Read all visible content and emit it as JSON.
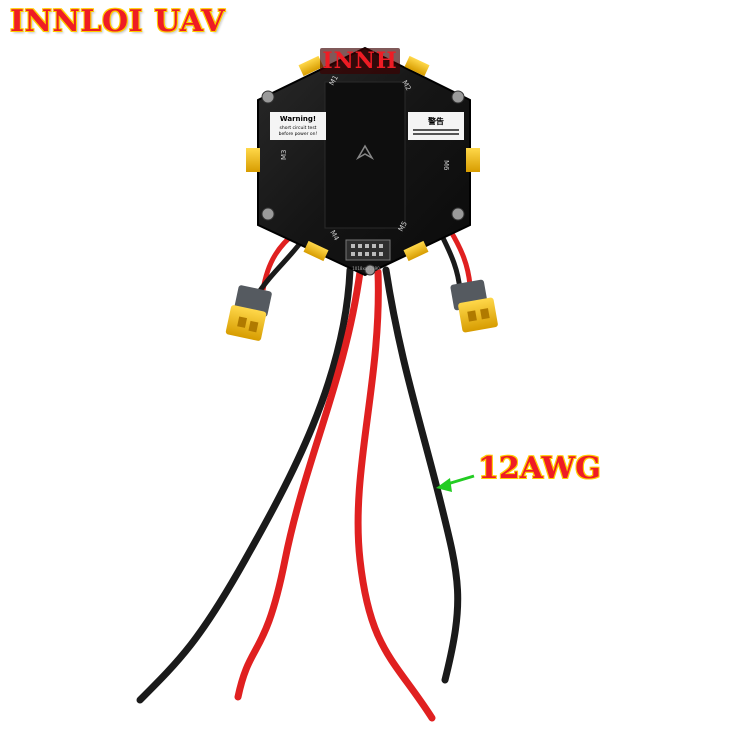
{
  "brand": {
    "title": "INNLOI UAV"
  },
  "watermark": {
    "text": "INNH"
  },
  "callout": {
    "label": "12AWG",
    "arrow_color": "#22cc22"
  },
  "board": {
    "warning_title": "Warning!",
    "warning_line1": "short circuit test",
    "warning_line2": "before power on!",
    "warning_cn": "警告",
    "motor_labels": [
      "M1",
      "M2",
      "M3",
      "M4",
      "M5",
      "M6"
    ],
    "serial": "1018xxx2190"
  },
  "colors": {
    "text_accent": "#ee1c24",
    "board": "#141414",
    "wire_red": "#e02020",
    "wire_black": "#1a1a1a",
    "connector": "#f2c200"
  }
}
